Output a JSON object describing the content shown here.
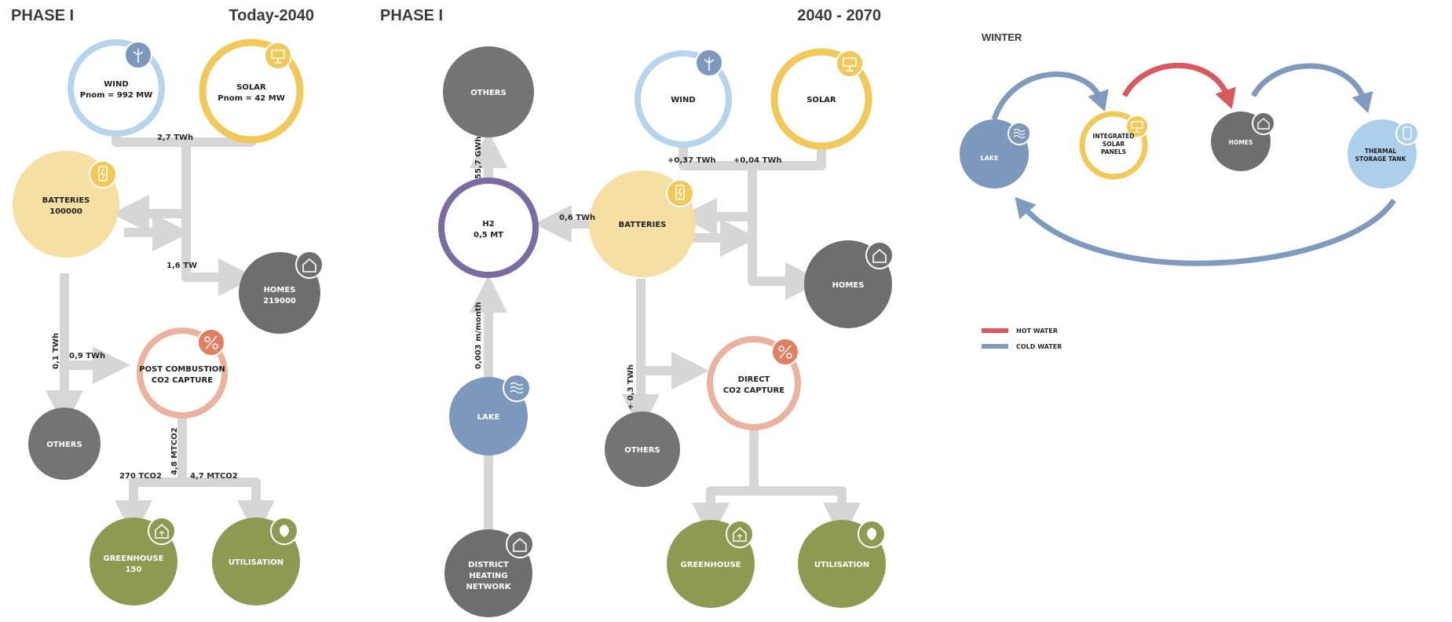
{
  "colors": {
    "wind": "#b6d4ec",
    "solar": "#f0c95a",
    "batteries": "#f6dfa2",
    "homes": "#6e6e6e",
    "others": "#747474",
    "co2": "#eab29f",
    "greenhouse": "#8e9a52",
    "utilisation": "#8e9a52",
    "h2": "#7c6aa2",
    "lake": "#7d98bd",
    "thermal": "#acd0ec",
    "hot_water": "#d9585e",
    "cold_water": "#7f99bf",
    "pipe": "#d6d6d6"
  },
  "panel1": {
    "title": "PHASE I",
    "period": "Today-2040",
    "wind": {
      "line1": "WIND",
      "line2": "Pnom = 992 MW",
      "icon": "wind-turbine-icon"
    },
    "solar": {
      "line1": "SOLAR",
      "line2": "Pnom = 42 MW",
      "icon": "solar-panel-icon"
    },
    "batteries": {
      "line1": "BATTERIES",
      "line2": "100000",
      "icon": "battery-icon"
    },
    "homes": {
      "line1": "HOMES",
      "line2": "219000",
      "icon": "house-icon"
    },
    "co2": {
      "line1": "POST COMBUSTION",
      "line2": "CO2 CAPTURE",
      "icon": "co2-capture-icon"
    },
    "others": {
      "line1": "OTHERS"
    },
    "greenhouse": {
      "line1": "GREENHOUSE",
      "line2": "150",
      "icon": "greenhouse-icon"
    },
    "utilisation": {
      "line1": "UTILISATION",
      "icon": "leaf-icon"
    },
    "flows": {
      "renewables": "2,7 TWh",
      "homes": "1,6 TW",
      "co2": "0,9 TWh",
      "others": "0,1 TWh",
      "capture": "4,8 MTCO2",
      "greenhouse": "270 TCO2",
      "utilisation": "4,7 MTCO2"
    }
  },
  "panel2": {
    "title": "PHASE I",
    "period": "2040 - 2070",
    "others_top": {
      "line1": "OTHERS"
    },
    "h2": {
      "line1": "H2",
      "line2": "0,5 MT"
    },
    "lake": {
      "line1": "LAKE",
      "icon": "waves-icon"
    },
    "district": {
      "line1": "DISTRICT",
      "line2": "HEATING",
      "line3": "NETWORK",
      "icon": "house-icon"
    },
    "wind": {
      "line1": "WIND",
      "icon": "wind-turbine-icon"
    },
    "solar": {
      "line1": "SOLAR",
      "icon": "solar-panel-icon"
    },
    "batteries": {
      "line1": "BATTERIES",
      "icon": "battery-icon"
    },
    "homes": {
      "line1": "HOMES",
      "icon": "house-icon"
    },
    "co2": {
      "line1": "DIRECT",
      "line2": "CO2 CAPTURE",
      "icon": "co2-capture-icon"
    },
    "others": {
      "line1": "OTHERS"
    },
    "greenhouse": {
      "line1": "GREENHOUSE",
      "icon": "greenhouse-icon"
    },
    "utilisation": {
      "line1": "UTILISATION",
      "icon": "leaf-icon"
    },
    "flows": {
      "h2_others": "55,7 GWh",
      "batteries_h2": "0,6 TWh",
      "lake_h2": "0,003 m/month",
      "wind": "+0,37 TWh",
      "solar": "+0,04 TWh",
      "others": "+ 0,3 TWh"
    }
  },
  "panel3": {
    "title": "WINTER",
    "lake": {
      "line1": "LAKE",
      "icon": "waves-icon"
    },
    "solar": {
      "line1": "INTEGRATED",
      "line2": "SOLAR",
      "line3": "PANELS",
      "icon": "solar-panel-icon"
    },
    "homes": {
      "line1": "HOMES",
      "icon": "house-icon"
    },
    "thermal": {
      "line1": "THERMAL",
      "line2": "STORAGE TANK",
      "icon": "tank-icon"
    },
    "legend": {
      "hot": "HOT WATER",
      "cold": "COLD WATER"
    }
  }
}
